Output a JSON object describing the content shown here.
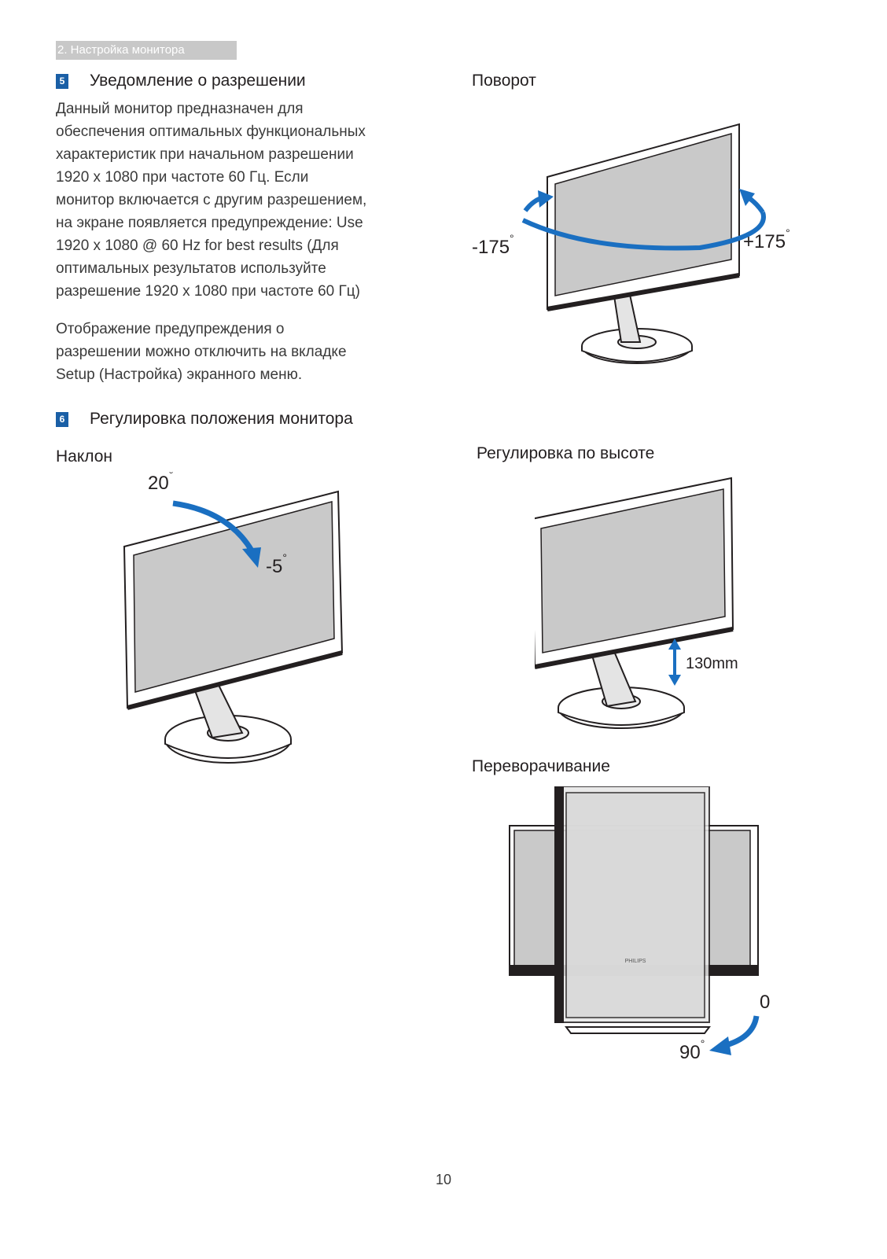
{
  "header": {
    "section": "2. Настройка монитора"
  },
  "section5": {
    "number": "5",
    "title": "Уведомление о разрешении",
    "paragraph1": [
      "Данный монитор предназначен для",
      "обеспечения оптимальных функциональных",
      "характеристик при начальном разрешении",
      "1920 x 1080 при частоте 60 Гц. Если",
      "монитор включается с другим разрешением,",
      "на экране появляется предупреждение: Use",
      "1920 x 1080 @ 60 Hz for best results (Для",
      "оптимальных результатов используйте",
      "разрешение 1920 x 1080 при частоте 60 Гц)"
    ],
    "paragraph2": [
      "Отображение предупреждения о",
      "разрешении можно отключить на вкладке",
      "Setup (Настройка) экранного меню."
    ]
  },
  "section6": {
    "number": "6",
    "title": "Регулировка положения монитора"
  },
  "figures": {
    "tilt": {
      "label": "Наклон",
      "angle_up": "20",
      "angle_down": "-5"
    },
    "swivel": {
      "label": "Поворот",
      "angle_left": "-175",
      "angle_right": "+175"
    },
    "height": {
      "label": "Регулировка по высоте",
      "value": "130mm"
    },
    "pivot": {
      "label": "Переворачивание",
      "angle_start": "0",
      "angle_end": "90",
      "brand": "PHILIPS"
    }
  },
  "degree_symbol": "°",
  "accent_color": "#1a6fc1",
  "page": {
    "number": "10"
  }
}
